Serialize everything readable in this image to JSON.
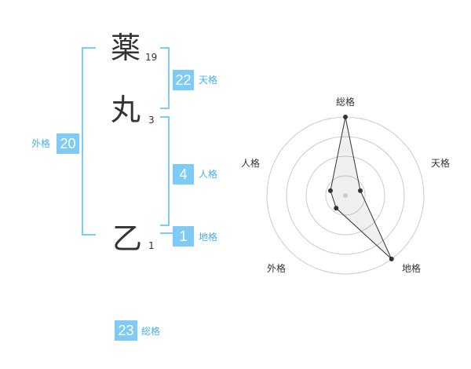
{
  "name": {
    "chars": [
      {
        "char": "薬",
        "strokes": "19"
      },
      {
        "char": "丸",
        "strokes": "3"
      },
      {
        "char": "乙",
        "strokes": "1"
      }
    ]
  },
  "kaku": {
    "tenkaku": {
      "value": "22",
      "label": "天格"
    },
    "jinkaku": {
      "value": "4",
      "label": "人格"
    },
    "chikaku": {
      "value": "1",
      "label": "地格"
    },
    "gaikaku": {
      "value": "20",
      "label": "外格"
    },
    "soukaku": {
      "value": "23",
      "label": "総格"
    }
  },
  "colors": {
    "accent": "#7ecbf5",
    "label": "#4aaee9",
    "text": "#333333"
  },
  "chart_data": {
    "type": "radar",
    "axes": [
      "総格",
      "天格",
      "地格",
      "外格",
      "人格"
    ],
    "values": [
      5,
      1,
      5,
      1,
      1
    ],
    "range": [
      0,
      5
    ],
    "rings": 4
  }
}
